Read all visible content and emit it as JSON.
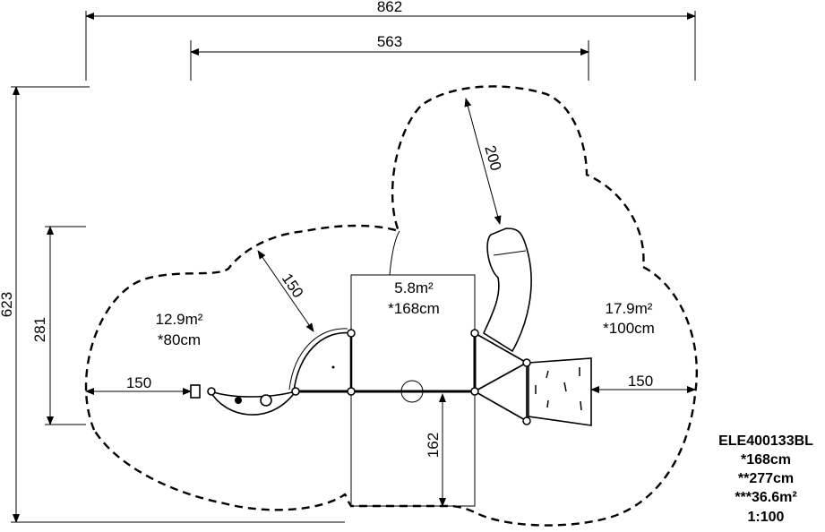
{
  "dimensions": {
    "overall_width": "862",
    "structure_width": "563",
    "overall_depth": "623",
    "side_depth": "281",
    "left_clearance": "150",
    "right_clearance": "150",
    "bottom_clearance": "162",
    "slide_clearance": "200",
    "arc_clearance": "150"
  },
  "zones": {
    "left": {
      "area": "12.9m²",
      "height": "*80cm"
    },
    "center": {
      "area": "5.8m²",
      "height": "*168cm"
    },
    "right": {
      "area": "17.9m²",
      "height": "*100cm"
    }
  },
  "legend": {
    "code": "ELE400133BL",
    "platform_height": "*168cm",
    "total_height": "**277cm",
    "safety_area": "***36.6m²",
    "scale": "1:100"
  },
  "colors": {
    "ink": "#000000",
    "background": "#ffffff"
  }
}
